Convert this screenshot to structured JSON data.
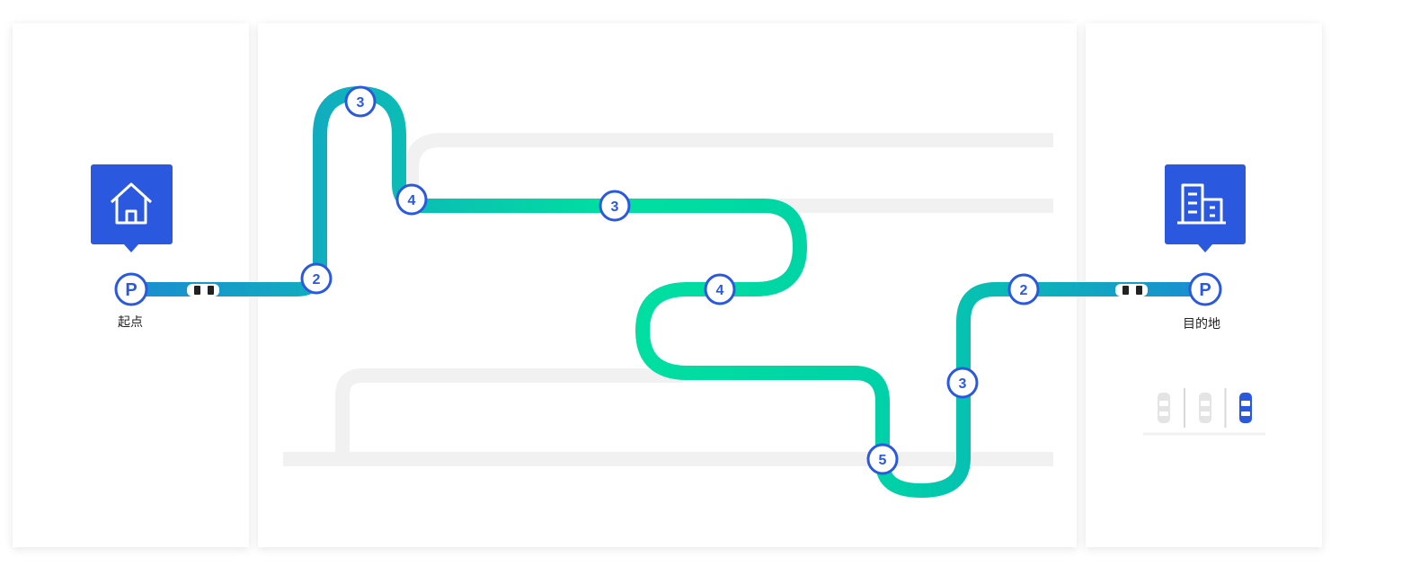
{
  "colors": {
    "accent_blue": "#2a59e0",
    "route_blue": "#1a8fd0",
    "route_teal": "#00b3b3",
    "route_green": "#00e0a0",
    "road_gray": "#f1f1f1"
  },
  "start": {
    "label": "起点",
    "marker_letter": "P",
    "icon": "home-icon"
  },
  "end": {
    "label": "目的地",
    "marker_letter": "P",
    "icon": "building-icon"
  },
  "waypoints": [
    {
      "value": "2"
    },
    {
      "value": "3"
    },
    {
      "value": "4"
    },
    {
      "value": "3"
    },
    {
      "value": "4"
    },
    {
      "value": "5"
    },
    {
      "value": "3"
    },
    {
      "value": "2"
    }
  ],
  "parking_slots": [
    {
      "state": "occupied"
    },
    {
      "state": "occupied"
    },
    {
      "state": "target"
    }
  ]
}
